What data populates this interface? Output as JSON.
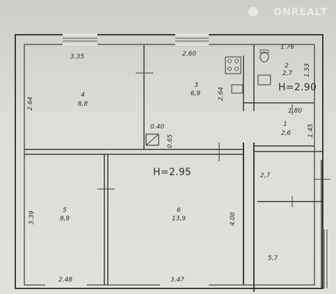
{
  "watermark": {
    "text": "ONREALT"
  },
  "heights": {
    "main": "H=2.95",
    "wet": "H=2.90"
  },
  "rooms": {
    "r1": {
      "num": "1",
      "area": "2,6"
    },
    "r2": {
      "num": "2",
      "area": "2,7"
    },
    "r3": {
      "num": "3",
      "area": "6,9"
    },
    "r4": {
      "num": "4",
      "area": "8,8"
    },
    "r5": {
      "num": "5",
      "area": "9,9"
    },
    "r6": {
      "num": "6",
      "area": "13,9"
    },
    "hall": {
      "area": "2,7"
    },
    "porch": {
      "area": "5,7"
    }
  },
  "dims": {
    "d335": "3.35",
    "d260": "2.60",
    "d176": "1.76",
    "d153": "1.53",
    "d264a": "2.64",
    "d264b": "2.64",
    "d180": "1.80",
    "d145": "1.45",
    "d040": "0.40",
    "d065": "0.65",
    "d339": "3.39",
    "d248": "2.48",
    "d347": "3.47",
    "d400": "4.00"
  }
}
